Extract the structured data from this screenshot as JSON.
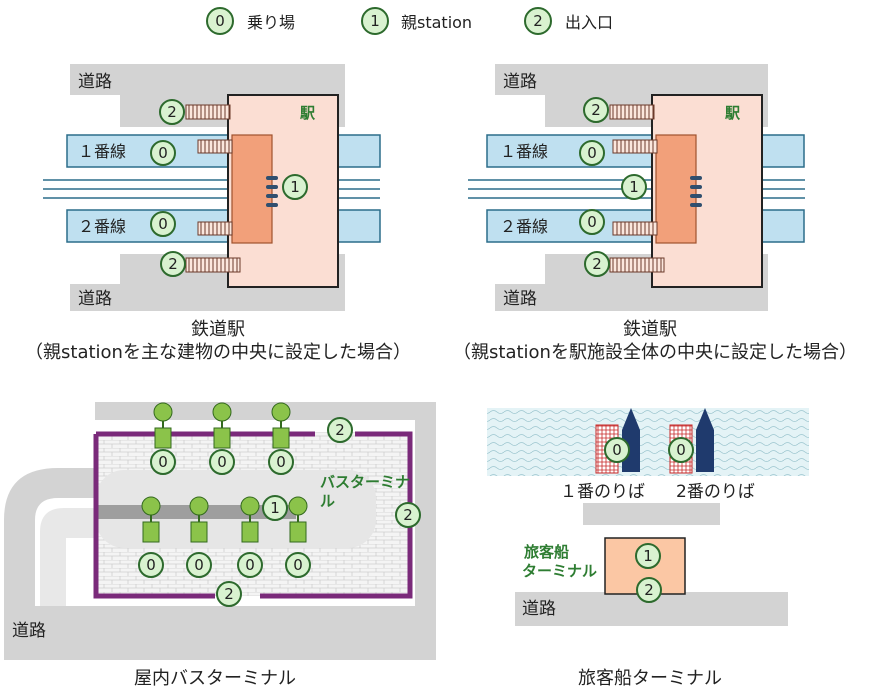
{
  "legend": {
    "items": [
      {
        "number": "0",
        "label": "乗り場"
      },
      {
        "number": "1",
        "label": "親station"
      },
      {
        "number": "2",
        "label": "出入口"
      }
    ]
  },
  "panels": {
    "railway_a": {
      "road_top": "道路",
      "road_bottom": "道路",
      "station_label": "駅",
      "track1": "１番線",
      "track2": "２番線",
      "caption_main": "鉄道駅",
      "caption_sub": "（親stationを主な建物の中央に設定した場合）"
    },
    "railway_b": {
      "road_top": "道路",
      "road_bottom": "道路",
      "station_label": "駅",
      "track1": "１番線",
      "track2": "２番線",
      "caption_main": "鉄道駅",
      "caption_sub": "（親stationを駅施設全体の中央に設定した場合）"
    },
    "bus": {
      "terminal_label_1": "バスターミナ",
      "terminal_label_2": "ル",
      "road": "道路",
      "caption": "屋内バスターミナル"
    },
    "ferry": {
      "berth1": "１番のりば",
      "berth2": "2番のりば",
      "terminal_label_1": "旅客船",
      "terminal_label_2": "ターミナル",
      "road": "道路",
      "caption": "旅客船ターミナル"
    }
  },
  "colors": {
    "marker_fill": "#d9f2d0",
    "marker_stroke": "#2d6a2d",
    "road": "#d3d3d3",
    "station_fill": "#fbded3",
    "station_inner": "#f2a07a",
    "platform": "#bfe0f0",
    "bus_wall": "#7a2a7a",
    "ferry_ship": "#1f3a6d"
  }
}
